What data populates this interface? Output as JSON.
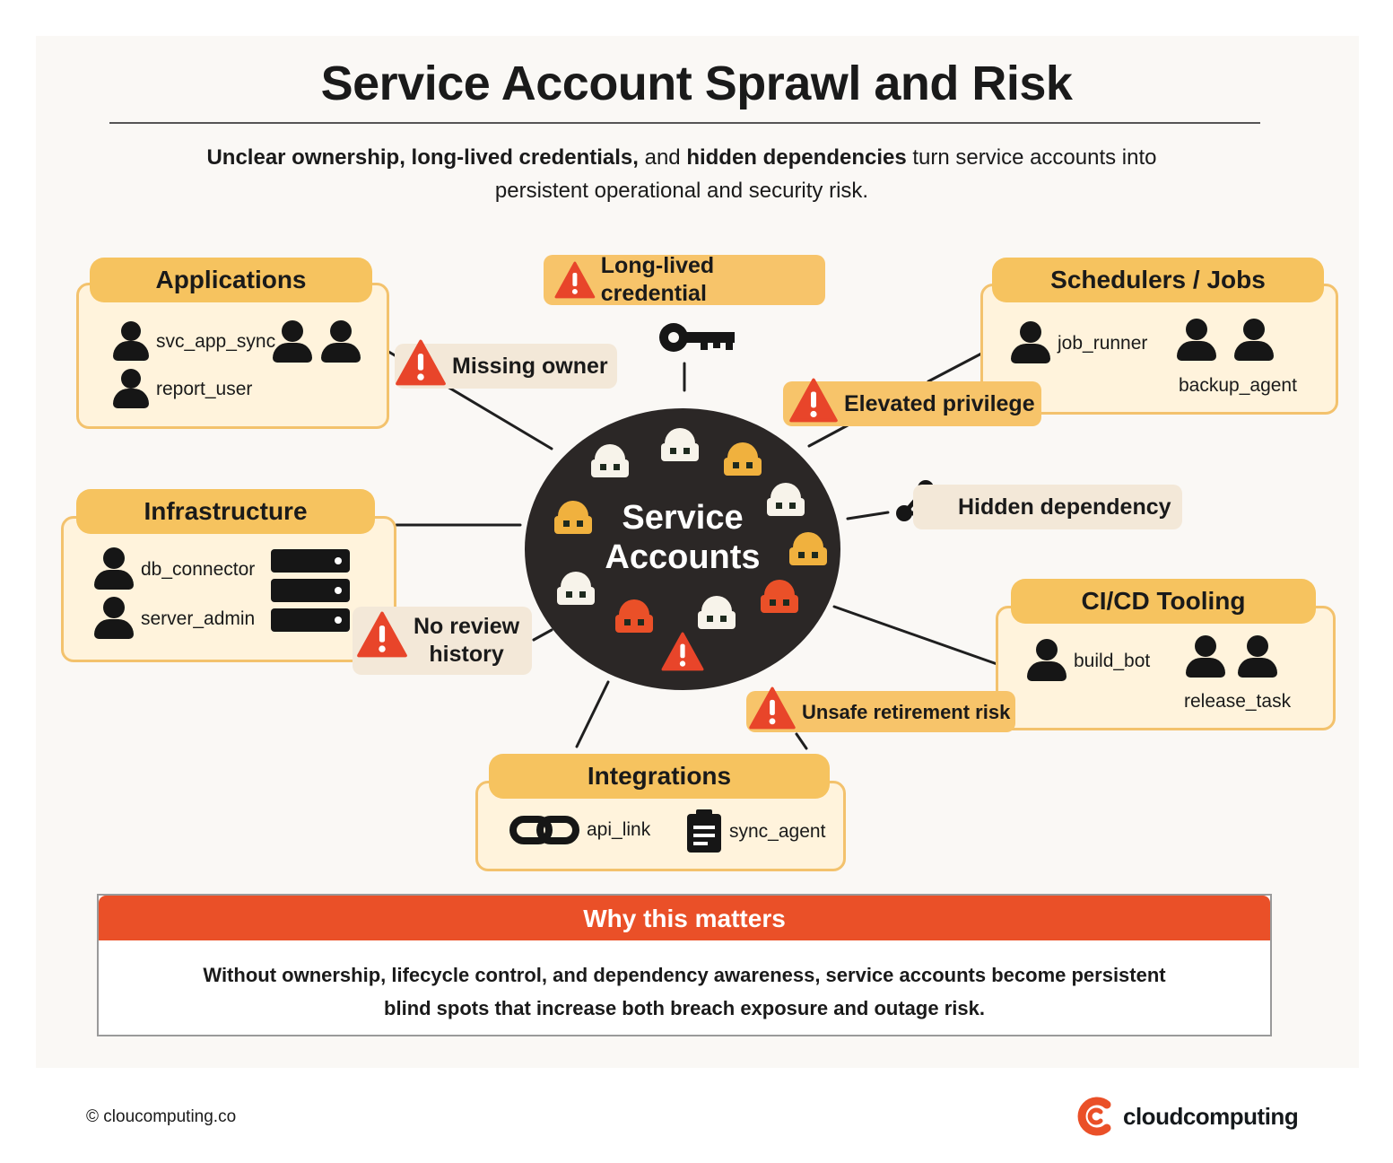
{
  "title": "Service Account Sprawl and Risk",
  "subtitle": {
    "b1": "Unclear ownership, long-lived credentials,",
    "t1": " and ",
    "b2": "hidden dependencies",
    "t2": " turn service accounts into persistent operational and security risk."
  },
  "hub": {
    "line1": "Service",
    "line2": "Accounts"
  },
  "groups": {
    "applications": {
      "title": "Applications",
      "items": [
        "svc_app_sync",
        "report_user"
      ]
    },
    "infrastructure": {
      "title": "Infrastructure",
      "items": [
        "db_connector",
        "server_admin"
      ]
    },
    "schedulers": {
      "title": "Schedulers / Jobs",
      "items": [
        "job_runner",
        "backup_agent"
      ]
    },
    "cicd": {
      "title": "CI/CD Tooling",
      "items": [
        "build_bot",
        "release_task"
      ]
    },
    "integrations": {
      "title": "Integrations",
      "items": [
        "api_link",
        "sync_agent"
      ]
    }
  },
  "risks": {
    "long_lived": "Long-lived credential",
    "missing_owner": "Missing owner",
    "elevated": "Elevated privilege",
    "hidden_dep": "Hidden dependency",
    "no_review_1": "No review",
    "no_review_2": "history",
    "unsafe_retire": "Unsafe retirement risk"
  },
  "why": {
    "title": "Why this matters",
    "line1": "Without ownership, lifecycle control, and dependency awareness, service accounts become persistent",
    "line2": "blind spots that increase both breach exposure and outage risk."
  },
  "footer": {
    "copyright": "© cloucomputing.co",
    "brand": "cloudcomputing"
  },
  "colors": {
    "accent_orange": "#ea5028",
    "group_yellow": "#f6c35f",
    "hub_dark": "#2b2726",
    "warning_red": "#e8452a"
  },
  "icons": [
    "person-icon",
    "key-icon",
    "warning-icon",
    "server-rack-icon",
    "chain-link-icon",
    "clipboard-icon",
    "network-triangle-icon",
    "robot-icon"
  ]
}
